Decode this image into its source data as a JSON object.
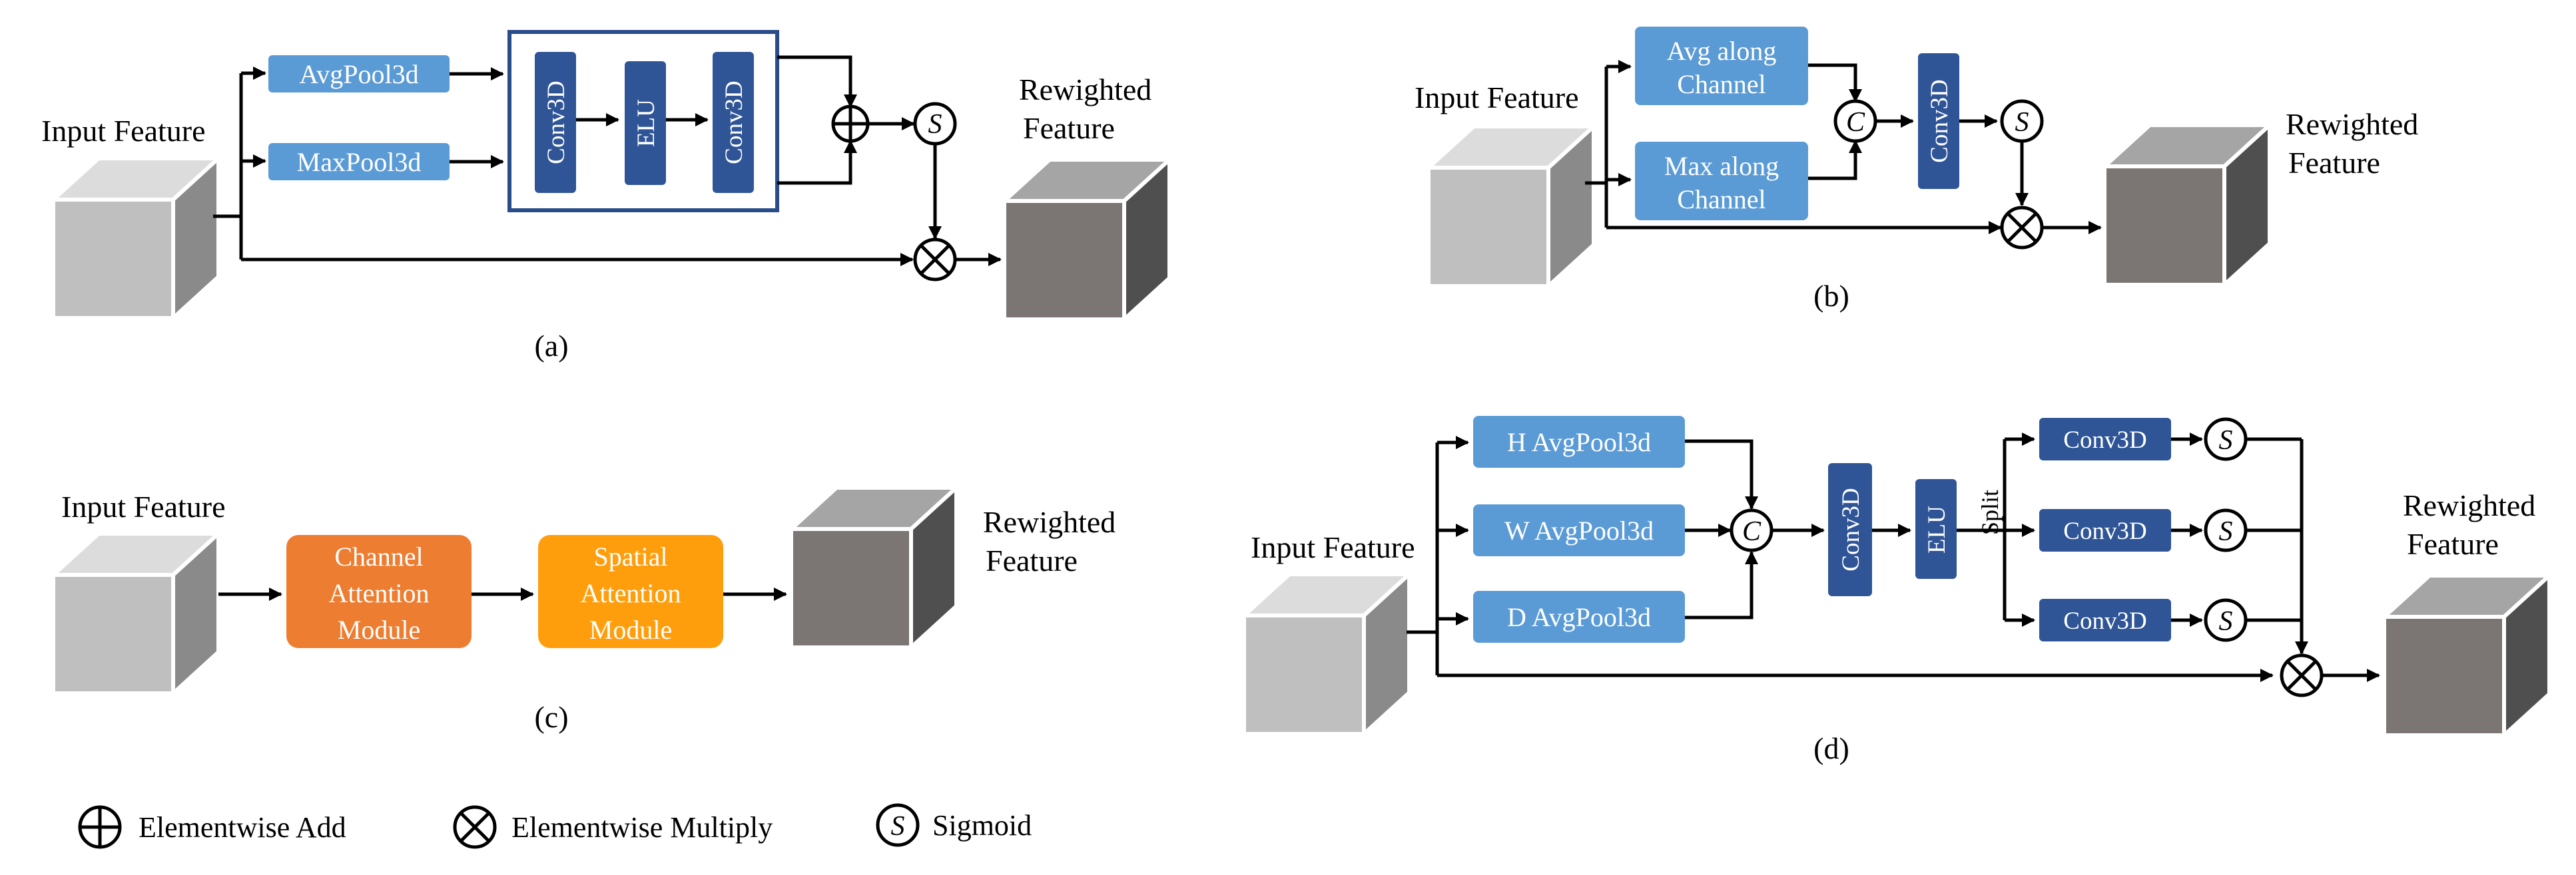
{
  "colors": {
    "light_blue": "#5b9bd5",
    "dark_blue": "#2f5597",
    "channel_orange": "#ed7d31",
    "spatial_orange": "#ff9e0d",
    "cube_light_front": "#bfbfbf",
    "cube_dark_front": "#7b7573"
  },
  "common": {
    "input_feature": "Input Feature",
    "rewighted_line1": "Rewighted",
    "rewighted_line2": "Feature",
    "sigmoid_symbol": "S",
    "concat_symbol": "C"
  },
  "panel_a": {
    "caption": "(a)",
    "avgpool": "AvgPool3d",
    "maxpool": "MaxPool3d",
    "conv_left": "Conv3D",
    "elu": "ELU",
    "conv_right": "Conv3D"
  },
  "panel_b": {
    "caption": "(b)",
    "avg_line1": "Avg along",
    "avg_line2": "Channel",
    "max_line1": "Max along",
    "max_line2": "Channel",
    "conv": "Conv3D"
  },
  "panel_c": {
    "caption": "(c)",
    "channel_line1": "Channel",
    "channel_line2": "Attention",
    "channel_line3": "Module",
    "spatial_line1": "Spatial",
    "spatial_line2": "Attention",
    "spatial_line3": "Module"
  },
  "panel_d": {
    "caption": "(d)",
    "h_pool": "H AvgPool3d",
    "w_pool": "W AvgPool3d",
    "d_pool": "D AvgPool3d",
    "conv": "Conv3D",
    "elu": "ELU",
    "split": "Split",
    "conv_top": "Conv3D",
    "conv_mid": "Conv3D",
    "conv_bot": "Conv3D"
  },
  "legend": {
    "add_label": "Elementwise Add",
    "multiply_label": "Elementwise Multiply",
    "sigmoid_label": "Sigmoid",
    "sigmoid_symbol": "S"
  }
}
